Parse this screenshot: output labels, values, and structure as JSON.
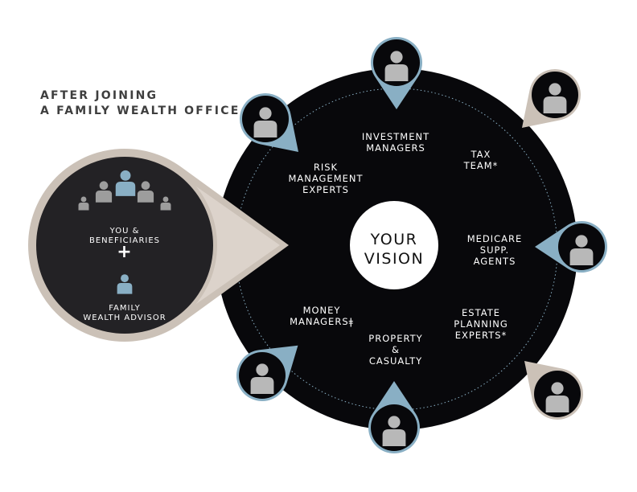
{
  "title": {
    "line1": "AFTER JOINING",
    "line2": "A FAMILY WEALTH OFFICE"
  },
  "center": {
    "line1": "YOUR",
    "line2": "VISION"
  },
  "client": {
    "group_line1": "YOU &",
    "group_line2": "BENEFICIARIES",
    "plus": "+",
    "advisor_line1": "FAMILY",
    "advisor_line2": "WEALTH ADVISOR"
  },
  "services": {
    "investment": {
      "line1": "INVESTMENT",
      "line2": "MANAGERS"
    },
    "tax": {
      "line1": "TAX",
      "line2": "TEAM*"
    },
    "risk": {
      "line1": "RISK",
      "line2": "MANAGEMENT",
      "line3": "EXPERTS"
    },
    "medicare": {
      "line1": "MEDICARE",
      "line2": "SUPP.",
      "line3": "AGENTS"
    },
    "money": {
      "line1": "MONEY",
      "line2": "MANAGERSǂ"
    },
    "estate": {
      "line1": "ESTATE",
      "line2": "PLANNING",
      "line3": "EXPERTS*"
    },
    "property": {
      "line1": "PROPERTY",
      "line2": "&",
      "line3": "CASUALTY"
    }
  },
  "colors": {
    "blue": "#89afc4",
    "tan": "#cbc1b7",
    "dark": "#08080b",
    "client_bg": "#232225",
    "gray": "#9d9d9d"
  }
}
